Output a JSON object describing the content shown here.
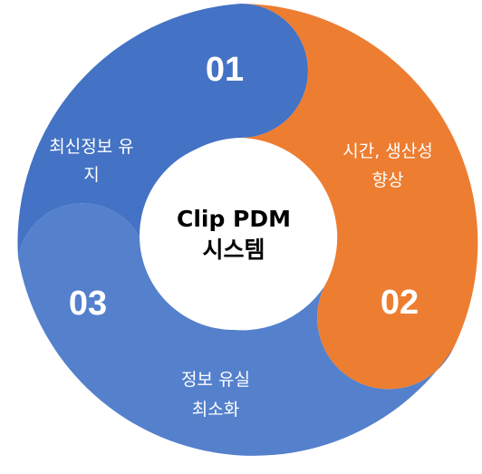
{
  "colors": {
    "segment_01": "#4472c4",
    "segment_02": "#ed7d31",
    "segment_03": "#5480cc",
    "center": "#ffffff"
  },
  "center": {
    "line1": "Clip PDM",
    "line2": "시스템"
  },
  "segments": [
    {
      "number": "01",
      "label_line1": "최신정보 유",
      "label_line2": "지"
    },
    {
      "number": "02",
      "label_line1": "시간, 생산성",
      "label_line2": "향상"
    },
    {
      "number": "03",
      "label_line1": "정보 유실",
      "label_line2": "최소화"
    }
  ]
}
